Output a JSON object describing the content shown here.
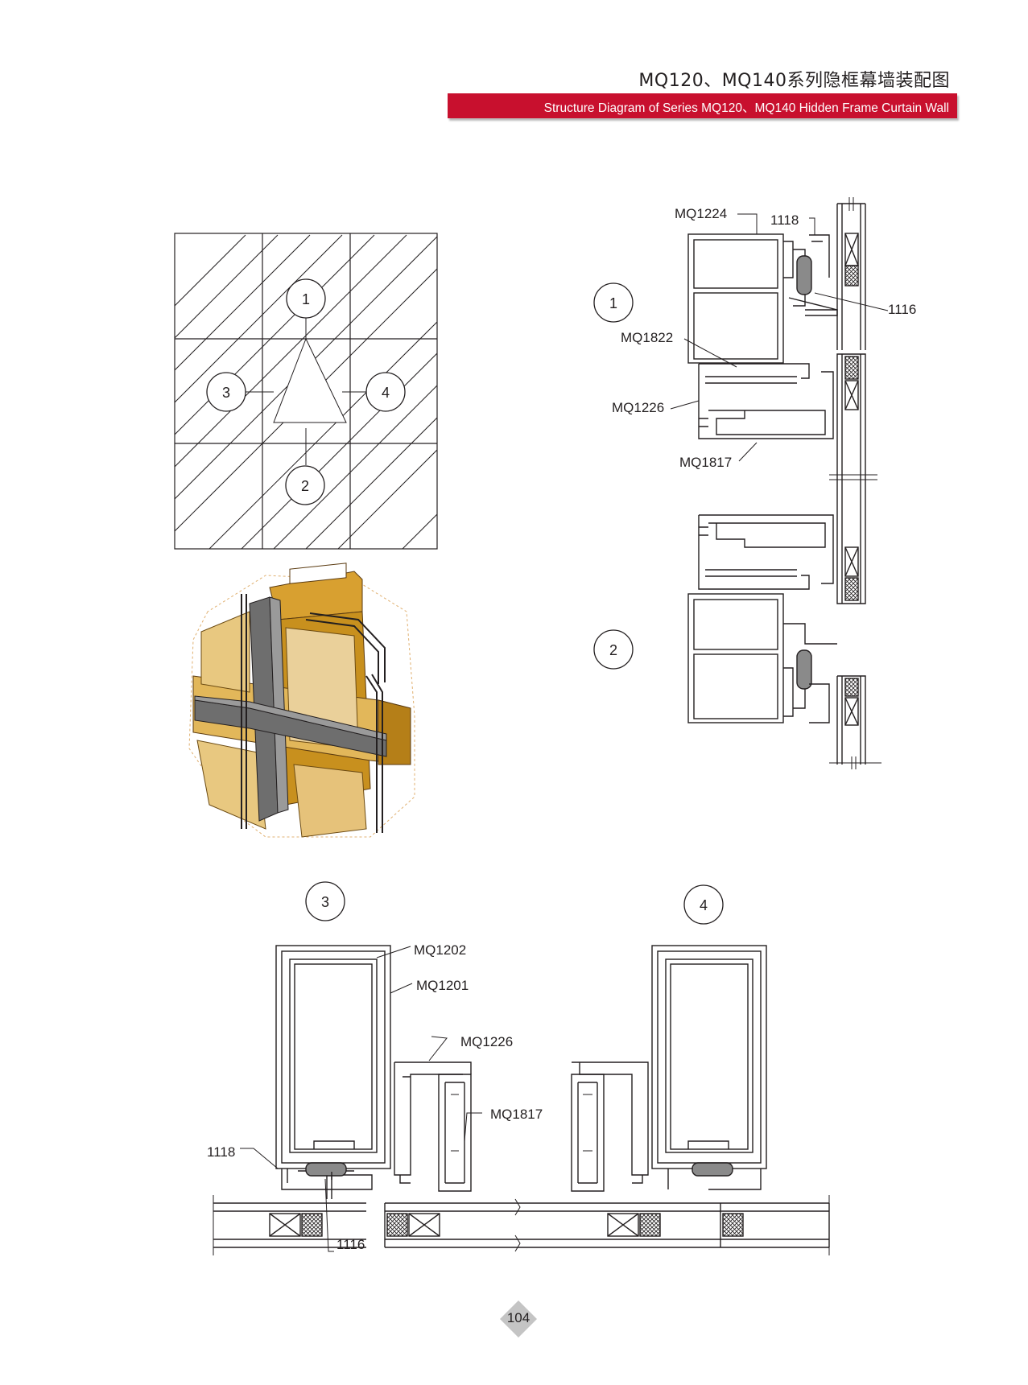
{
  "header": {
    "title_zh": "MQ120、MQ140系列隐框幕墙装配图",
    "title_en": "Structure Diagram of Series MQ120、MQ140 Hidden Frame Curtain Wall"
  },
  "colors": {
    "banner": "#c8102e",
    "line": "#231f20",
    "profile_gray": "#8a8a8a",
    "wood_gold": "#c8901e",
    "glass_gray": "#6e6e6e"
  },
  "elevation": {
    "markers": [
      "1",
      "2",
      "3",
      "4"
    ]
  },
  "section_top": {
    "marker_top": "1",
    "marker_bottom": "2",
    "labels": [
      "MQ1224",
      "1118",
      "1116",
      "MQ1822",
      "MQ1226",
      "MQ1817"
    ]
  },
  "section_bottom": {
    "marker_left": "3",
    "marker_right": "4",
    "labels": [
      "MQ1202",
      "MQ1201",
      "MQ1226",
      "MQ1817",
      "1118",
      "1116"
    ]
  },
  "footer": {
    "page_number": "104"
  }
}
